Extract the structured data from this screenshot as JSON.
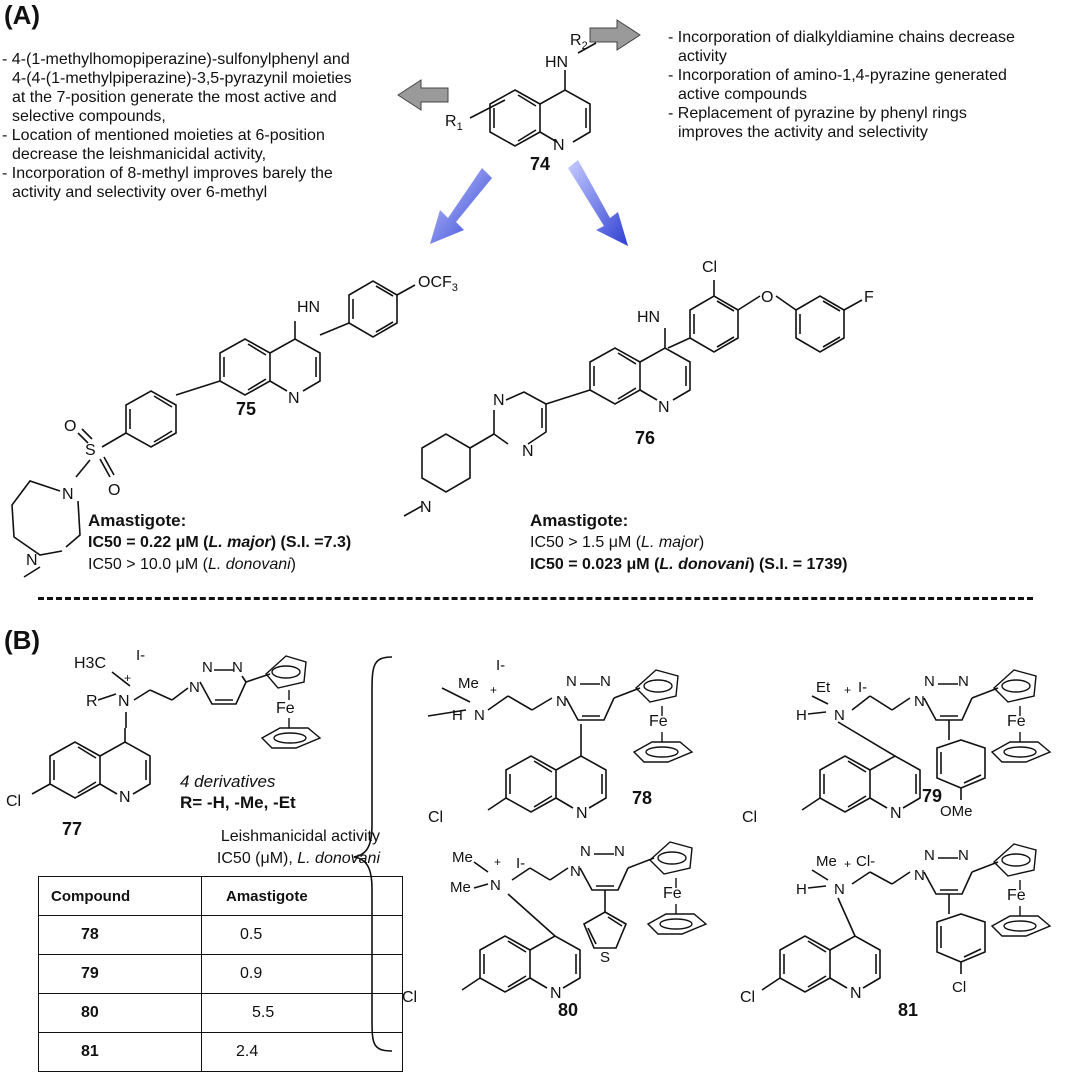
{
  "panel_a": {
    "label": "(A)",
    "compound": "74",
    "r1": "R1",
    "r2": "R2",
    "left_notes": [
      "- 4-(1-methylhomopiperazine)-sulfonylphenyl and",
      "  4-(4-(1-methylpiperazine)-3,5-pyrazynil moieties",
      "  at the 7-position generate the most active and",
      "  selective compounds,",
      "- Location of mentioned moieties at 6-position",
      "  decrease the leishmanicidal activity,",
      "- Incorporation of 8-methyl improves barely the",
      "  activity and selectivity over 6-methyl"
    ],
    "right_notes": [
      "- Incorporation of dialkyldiamine chains decrease",
      "  activity",
      "- Incorporation of amino-1,4-pyrazine generated",
      "  active compounds",
      "- Replacement of pyrazine by phenyl rings",
      "  improves the activity and selectivity"
    ],
    "cmpd75": {
      "number": "75",
      "substituent": "OCF3",
      "heading": "Amastigote:",
      "line1": {
        "prefix": "IC50 = 0.22 μM (",
        "species": "L. major",
        "suffix": ")  (S.I. =7.3)"
      },
      "line2": {
        "prefix": "IC50 > 10.0 μM (",
        "species": "L. donovani",
        "suffix": ")"
      }
    },
    "cmpd76": {
      "number": "76",
      "substituents": [
        "Cl",
        "O",
        "F"
      ],
      "heading": "Amastigote:",
      "line1": {
        "prefix": "IC50 > 1.5 μM (",
        "species": "L. major",
        "suffix": ")"
      },
      "line2": {
        "prefix": "IC50 = 0.023 μM (",
        "species": "L. donovani",
        "suffix": ")  (S.I. = 1739)"
      }
    }
  },
  "panel_b": {
    "label": "(B)",
    "cmpd77": {
      "number": "77",
      "derivatives": "4 derivatives",
      "r_groups": "R= -H, -Me, -Et",
      "atoms": [
        "H3C",
        "I-",
        "+",
        "R",
        "N",
        "Cl",
        "N",
        "Fe"
      ]
    },
    "caption_line1": "Leishmanicidal activity",
    "caption_line2_prefix": "IC50 (μM), ",
    "caption_line2_species": "L. donovani",
    "table": {
      "headers": [
        "Compound",
        "Amastigote"
      ],
      "rows": [
        [
          "78",
          "0.5"
        ],
        [
          "79",
          "0.9"
        ],
        [
          "80",
          "5.5"
        ],
        [
          "81",
          "2.4"
        ]
      ]
    },
    "structures": [
      {
        "number": "78",
        "amine": [
          "Me",
          "H"
        ],
        "counterion": "I-",
        "aryl": ""
      },
      {
        "number": "79",
        "amine": [
          "Et",
          "H"
        ],
        "counterion": "I-",
        "aryl": "OMe"
      },
      {
        "number": "80",
        "amine": [
          "Me",
          "Me"
        ],
        "counterion": "I-",
        "aryl": "S"
      },
      {
        "number": "81",
        "amine": [
          "Me",
          "H"
        ],
        "counterion": "Cl-",
        "aryl": "Cl"
      }
    ]
  },
  "colors": {
    "arrow_blue": "#3d4fd9",
    "arrow_grey": "#9a9a9a",
    "ink": "#111111"
  }
}
